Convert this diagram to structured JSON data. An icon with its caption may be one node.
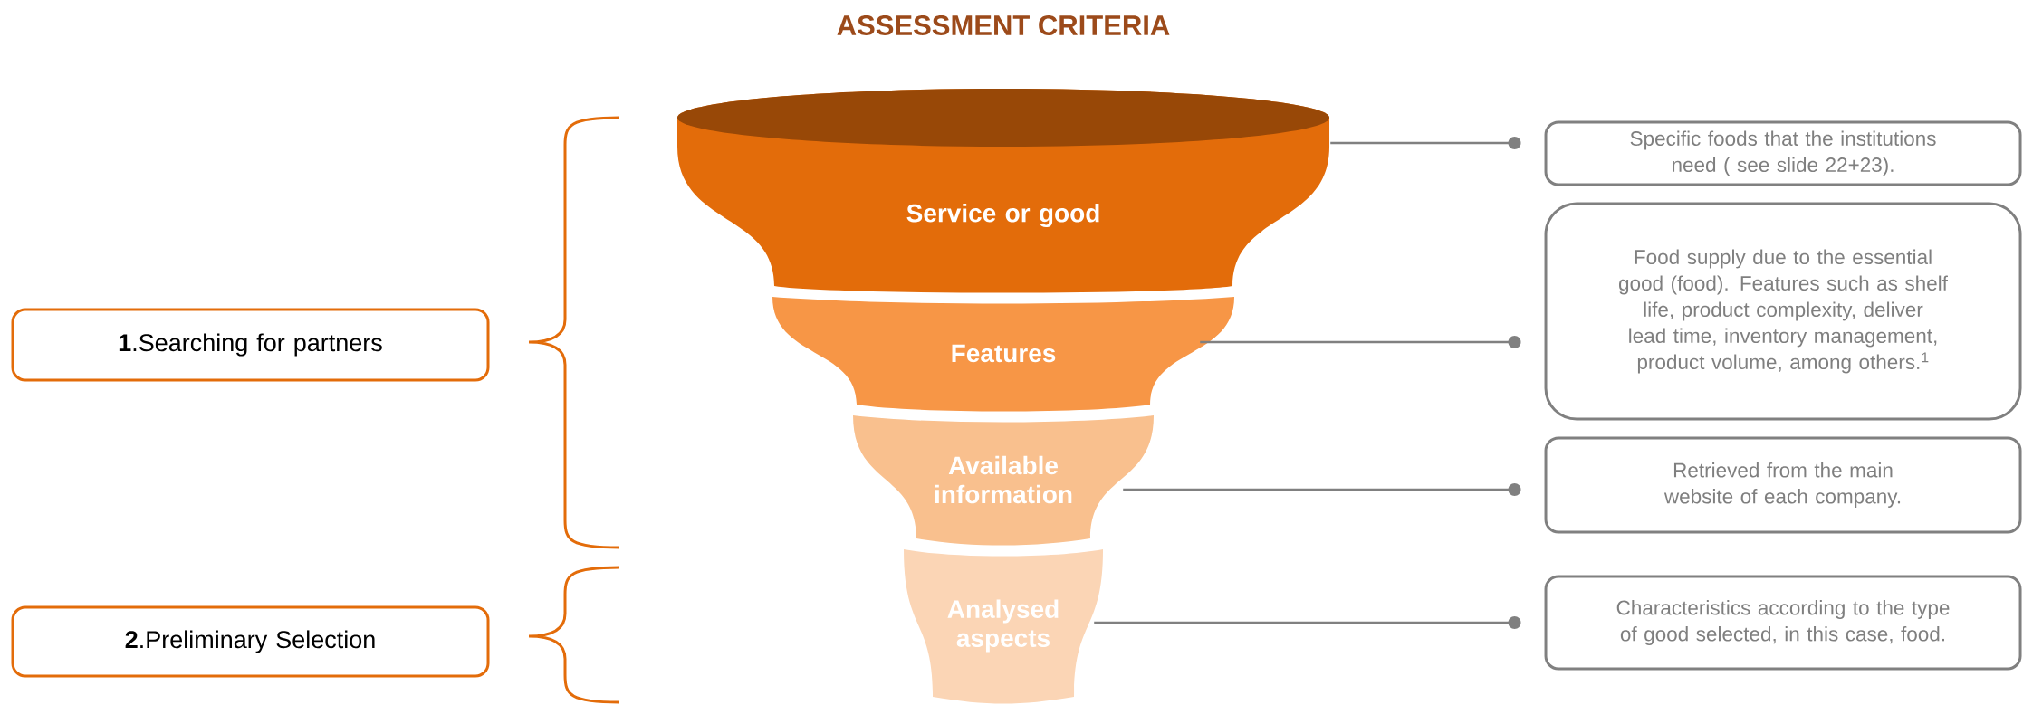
{
  "diagram": {
    "title": "ASSESSMENT CRITERIA",
    "nodes": [
      {
        "text": [
          "Service or good"
        ]
      },
      {
        "text": [
          "Features"
        ]
      },
      {
        "text": [
          "Available information"
        ]
      },
      {
        "text": [
          "Analysed aspects"
        ]
      },
      {
        "text": [
          "Specific foods that the institutions need ( see slide 22+23)."
        ]
      },
      {
        "text": [
          "Food supply due to the essential good (food). Features such as shelf life, product complexity, deliver lead time, inventory management,  product volume, among others.$^{1}$"
        ]
      },
      {
        "text": [
          "Retrieved from the main website of each company."
        ]
      },
      {
        "text": [
          "Characteristics according to the type of good selected, in this case, food."
        ]
      },
      {
        "text": [
          "**1**.Searching for partners"
        ]
      },
      {
        "text": [
          "**2**.Preliminary Selection"
        ]
      }
    ],
    "edges": [
      {
        "from": 0,
        "to": 4,
        "arrow": "other"
      },
      {
        "from": 1,
        "to": 5,
        "arrow": "other"
      },
      {
        "from": 2,
        "to": 6,
        "arrow": "other"
      },
      {
        "from": 3,
        "to": 7,
        "arrow": "other"
      }
    ]
  }
}
